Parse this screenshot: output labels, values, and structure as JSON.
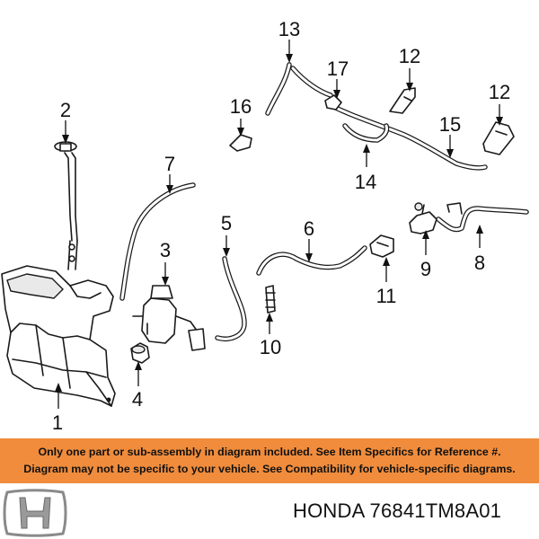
{
  "callouts": [
    {
      "id": "1",
      "label": "1"
    },
    {
      "id": "2",
      "label": "2"
    },
    {
      "id": "3",
      "label": "3"
    },
    {
      "id": "4",
      "label": "4"
    },
    {
      "id": "5",
      "label": "5"
    },
    {
      "id": "6",
      "label": "6"
    },
    {
      "id": "7",
      "label": "7"
    },
    {
      "id": "8",
      "label": "8"
    },
    {
      "id": "9",
      "label": "9"
    },
    {
      "id": "10",
      "label": "10"
    },
    {
      "id": "11",
      "label": "11"
    },
    {
      "id": "12a",
      "label": "12"
    },
    {
      "id": "12b",
      "label": "12"
    },
    {
      "id": "13",
      "label": "13"
    },
    {
      "id": "14",
      "label": "14"
    },
    {
      "id": "15",
      "label": "15"
    },
    {
      "id": "16",
      "label": "16"
    },
    {
      "id": "17",
      "label": "17"
    }
  ],
  "banner": {
    "line1": "Only one part or sub-assembly in diagram included. See Item Specifics for Reference #.",
    "line2": "Diagram may not be specific to your vehicle. See Compatibility for vehicle-specific diagrams.",
    "color": "#f08c3c"
  },
  "footer": {
    "brand_logo": "honda-logo-icon",
    "part_label": "HONDA 76841TM8A01"
  }
}
